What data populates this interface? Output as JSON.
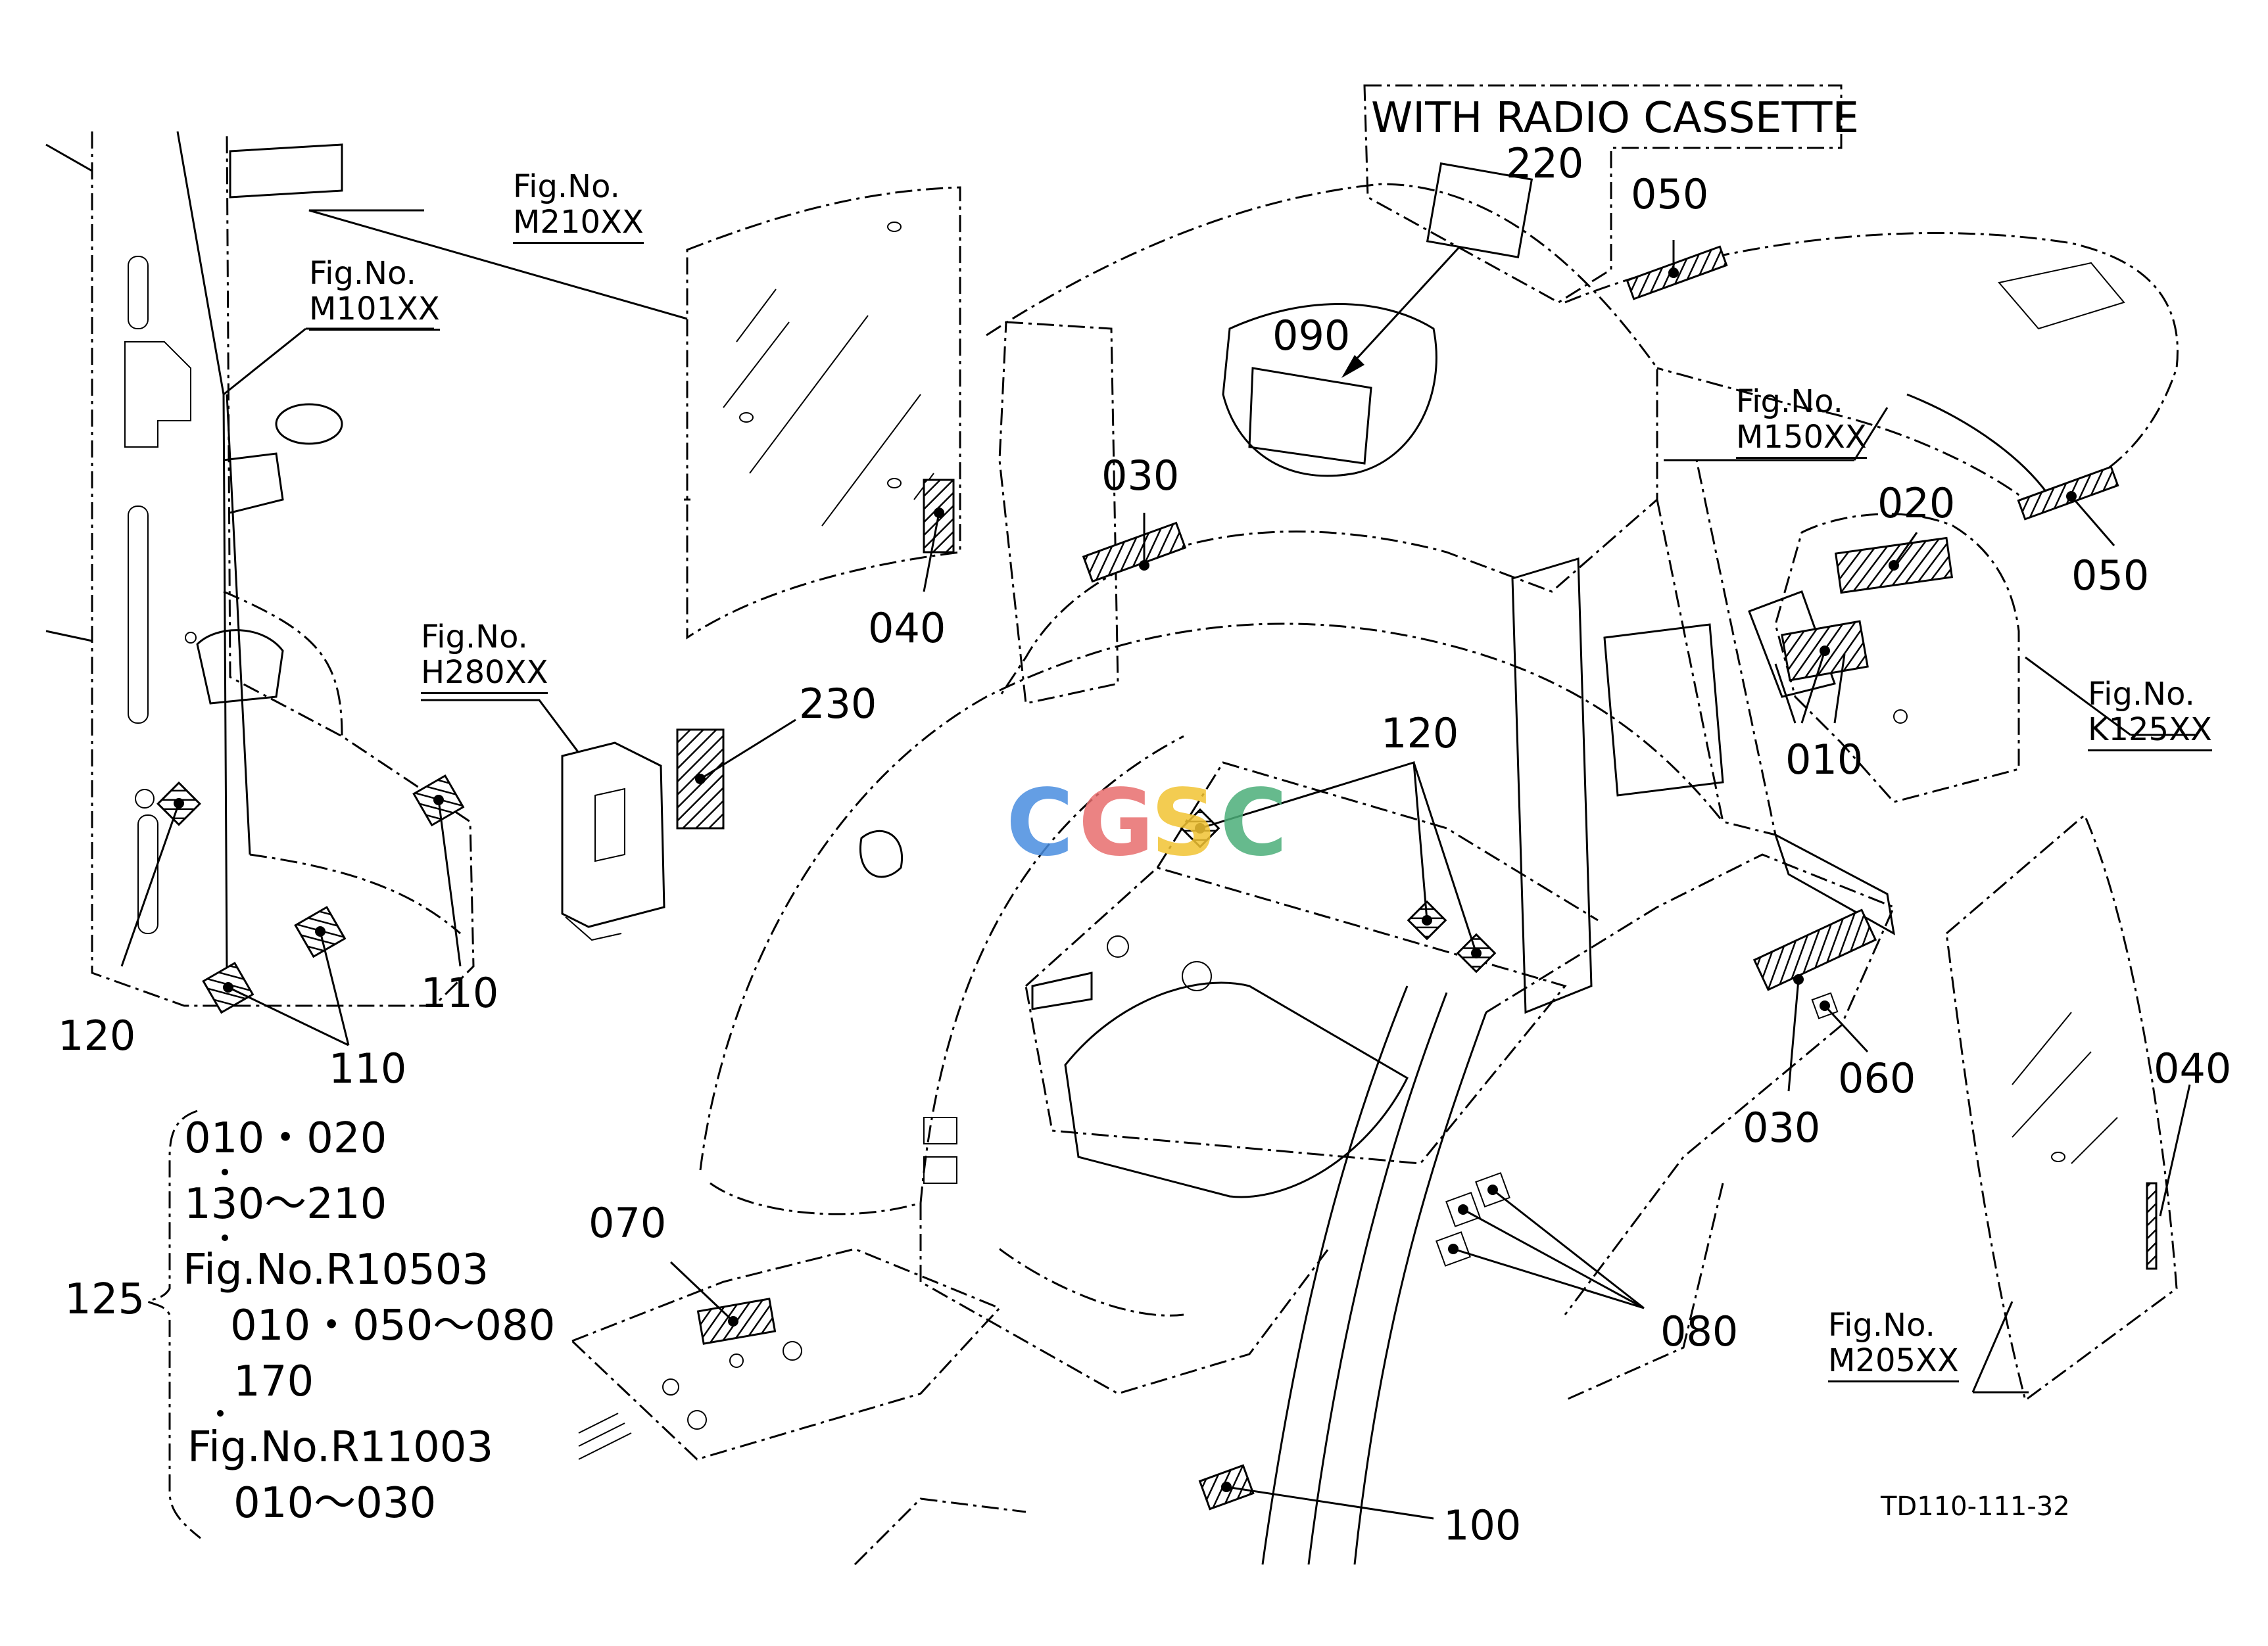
{
  "header_box": "WITH  RADIO  CASSETTE",
  "diagram_code": "TD110-111-32",
  "watermark": {
    "letters": [
      "C",
      "G",
      "S",
      "C"
    ],
    "colors": [
      "#4a8ee0",
      "#e86e6e",
      "#f2c433",
      "#4caf7a"
    ]
  },
  "callouts": {
    "c010": "010",
    "c020": "020",
    "c030a": "030",
    "c030b": "030",
    "c040a": "040",
    "c040b": "040",
    "c050a": "050",
    "c050b": "050",
    "c060": "060",
    "c070": "070",
    "c080": "080",
    "c090": "090",
    "c100": "100",
    "c110a": "110",
    "c110b": "110",
    "c120a": "120",
    "c120b": "120",
    "c220": "220",
    "c230": "230"
  },
  "fig_refs": {
    "m101": {
      "line1": "Fig.No.",
      "line2": "M101XX"
    },
    "m210": {
      "line1": "Fig.No.",
      "line2": "M210XX"
    },
    "h280": {
      "line1": "Fig.No.",
      "line2": "H280XX"
    },
    "m150": {
      "line1": "Fig.No.",
      "line2": "M150XX"
    },
    "k125": {
      "line1": "Fig.No.",
      "line2": "K125XX"
    },
    "m205": {
      "line1": "Fig.No.",
      "line2": "M205XX"
    }
  },
  "legend": {
    "number": "125",
    "lines": [
      "010・020",
      "130～210",
      "Fig.No.R10503",
      "010・050～080",
      "170",
      "Fig.No.R11003",
      "010～030"
    ]
  }
}
